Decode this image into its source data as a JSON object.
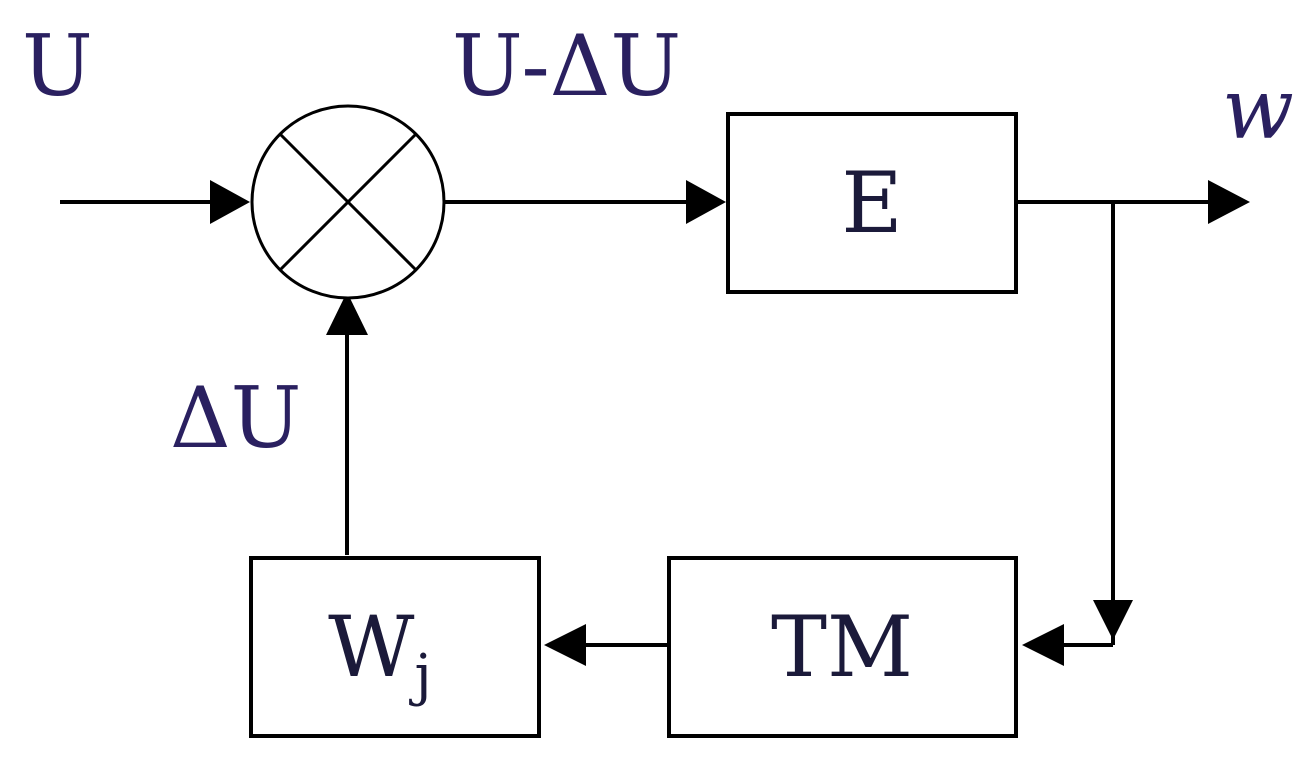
{
  "signals": {
    "input": "U",
    "error": "U-ΔU",
    "feedback": "ΔU",
    "output": "w"
  },
  "blocks": {
    "plant": "E",
    "sensor": "TM",
    "feedback_main": "W",
    "feedback_sub": "j"
  },
  "colors": {
    "label_text": "#2a2060",
    "lines": "#000000"
  }
}
